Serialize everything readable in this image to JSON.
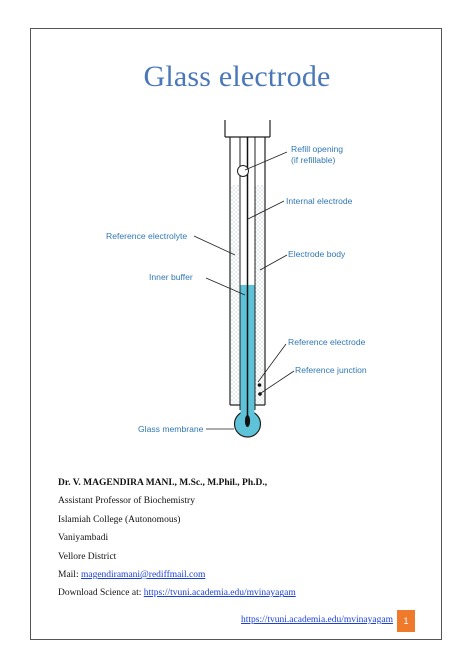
{
  "document": {
    "title": "Glass electrode",
    "page_number": "1",
    "footer_link": "https://tvuni.academia.edu/mvinayagam"
  },
  "diagram": {
    "labels": {
      "refill_line1": "Refill opening",
      "refill_line2": "(if refillable)",
      "internal_electrode": "Internal electrode",
      "reference_electrolyte": "Reference electrolyte",
      "electrode_body": "Electrode body",
      "inner_buffer": "Inner buffer",
      "reference_electrode": "Reference electrode",
      "reference_junction": "Reference junction",
      "glass_membrane": "Glass membrane"
    },
    "colors": {
      "label": "#2f77b5",
      "buffer": "#5ec3d8",
      "outline": "#222222"
    }
  },
  "author": {
    "name": "Dr. V. MAGENDIRA MANI., M.Sc., M.Phil., Ph.D.,",
    "position": "Assistant Professor of Biochemistry",
    "college": "Islamiah College (Autonomous)",
    "city": "Vaniyambadi",
    "district": "Vellore District",
    "mail_label": "Mail: ",
    "mail": "magendiramani@rediffmail.com",
    "download_label": "Download Science at: ",
    "download_link": "https://tvuni.academia.edu/mvinayagam"
  }
}
